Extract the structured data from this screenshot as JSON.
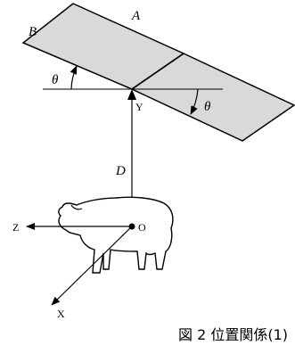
{
  "labels": {
    "edge_a": "A",
    "edge_b": "B",
    "theta_left": "θ",
    "theta_right": "θ",
    "point_y": "Y",
    "distance_d": "D",
    "axis_z": "Z",
    "origin_o": "O",
    "axis_x": "X"
  },
  "caption": "図 2 位置関係(1)",
  "colors": {
    "panel_fill": "#d9d9d9",
    "line": "#000000"
  }
}
